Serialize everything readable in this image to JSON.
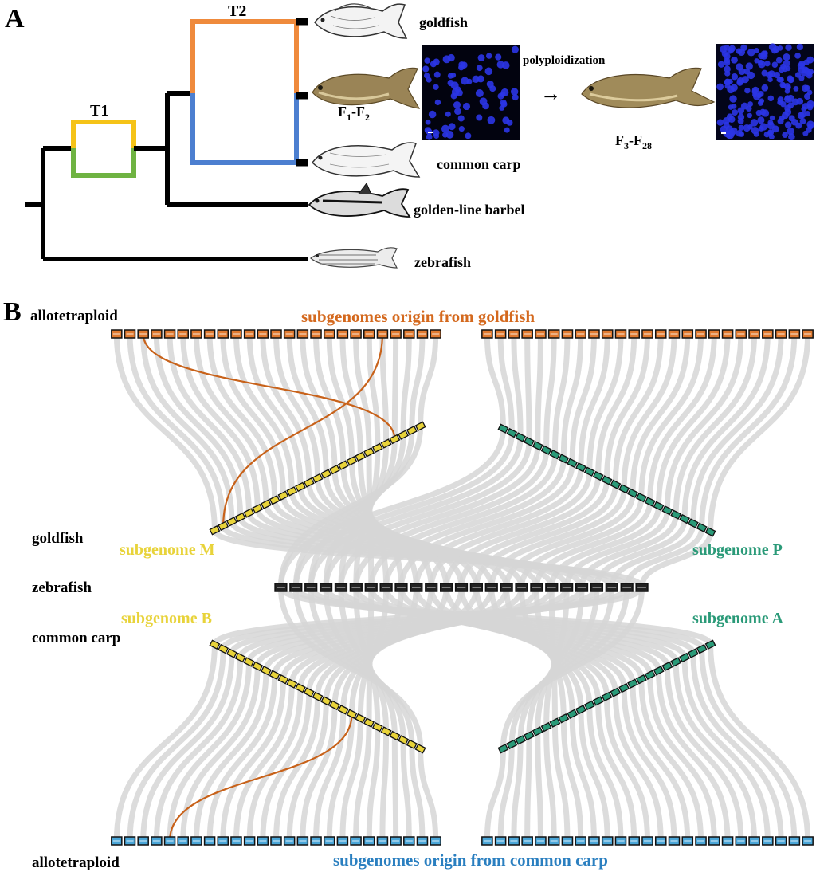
{
  "panel_a": {
    "letter": "A",
    "node_t1": "T1",
    "node_t2": "T2",
    "species": {
      "goldfish": "goldfish",
      "hybrid_f1": "F",
      "hybrid_f1_sub": "1",
      "hybrid_dash": "-F",
      "hybrid_f2_sub": "2",
      "common_carp": "common carp",
      "barbel": "golden-line barbel",
      "zebrafish": "zebrafish"
    },
    "polyploidization": "polyploidization",
    "arrow": "→",
    "later_gen_main": "F",
    "later_gen_sub1": "3",
    "later_gen_dash": "-F",
    "later_gen_sub2": "28",
    "colors": {
      "t1_top": "#f5c318",
      "t1_bottom": "#6fb342",
      "t2_top": "#ef8a3c",
      "t2_bottom": "#4c7fd0",
      "tree": "#000000"
    },
    "icons": [
      "goldfish-drawing-icon",
      "hybrid-fish-photo-icon",
      "common-carp-drawing-icon",
      "barbel-drawing-icon",
      "zebrafish-drawing-icon",
      "fluorescence-cells-image",
      "allotetraploid-fish-photo-icon"
    ]
  },
  "panel_b": {
    "letter": "B",
    "top_left_label": "allotetraploid",
    "top_title": "subgenomes origin from goldfish",
    "goldfish_label": "goldfish",
    "subgenome_m": "subgenome M",
    "subgenome_p": "subgenome P",
    "zebrafish_label": "zebrafish",
    "subgenome_b": "subgenome B",
    "subgenome_a": "subgenome A",
    "carp_label": "common carp",
    "bottom_left_label": "allotetraploid",
    "bottom_title": "subgenomes origin from common carp",
    "colors": {
      "goldfish_subgenome_title": "#d4691e",
      "carp_subgenome_title": "#2a7fc0",
      "yellow_subgenome": "#e8d33a",
      "green_subgenome": "#2a9a78",
      "top_chromosomes": "#e07a30",
      "bottom_chromosomes": "#4aa6d8",
      "zebrafish_chromosomes": "#222222",
      "synteny_links": "#d6d6d6",
      "highlight_links": "#c8621a"
    }
  }
}
